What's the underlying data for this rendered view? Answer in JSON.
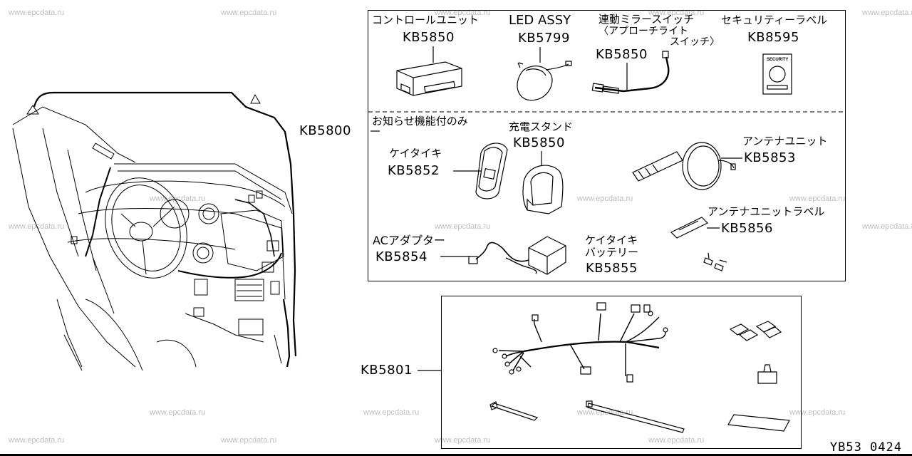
{
  "watermark": "www.epcdata.ru",
  "figure_number": "YB53 0424",
  "items": {
    "control_unit": {
      "label": "コントロールユニット",
      "code": "KB5850"
    },
    "led_assy": {
      "label": "LED ASSY",
      "code": "KB5799"
    },
    "mirror_switch": {
      "label_line1": "連動ミラースイッチ",
      "label_line2": "〈アプローチライト",
      "label_line3": "スイッチ〉",
      "code": "KB5850"
    },
    "security_label": {
      "label": "セキュリティーラベル",
      "code": "KB8595",
      "sticker_text": "SECURITY"
    },
    "notice_only": {
      "label": "お知らせ機能付のみ"
    },
    "charging_stand": {
      "label": "充電スタンド",
      "code": "KB5850"
    },
    "keitaiki": {
      "label": "ケイタイキ",
      "code": "KB5852"
    },
    "antenna_unit": {
      "label": "アンテナユニット",
      "code": "KB5853"
    },
    "antenna_unit_label": {
      "label": "アンテナユニットラベル",
      "code": "KB5856"
    },
    "ac_adapter": {
      "label": "ACアダプター",
      "code": "KB5854"
    },
    "battery": {
      "label_line1": "ケイタイキ",
      "label_line2": "バッテリー",
      "code": "KB5855"
    },
    "kit_main": {
      "code": "KB5800"
    },
    "harness_kit": {
      "code": "KB5801"
    }
  }
}
